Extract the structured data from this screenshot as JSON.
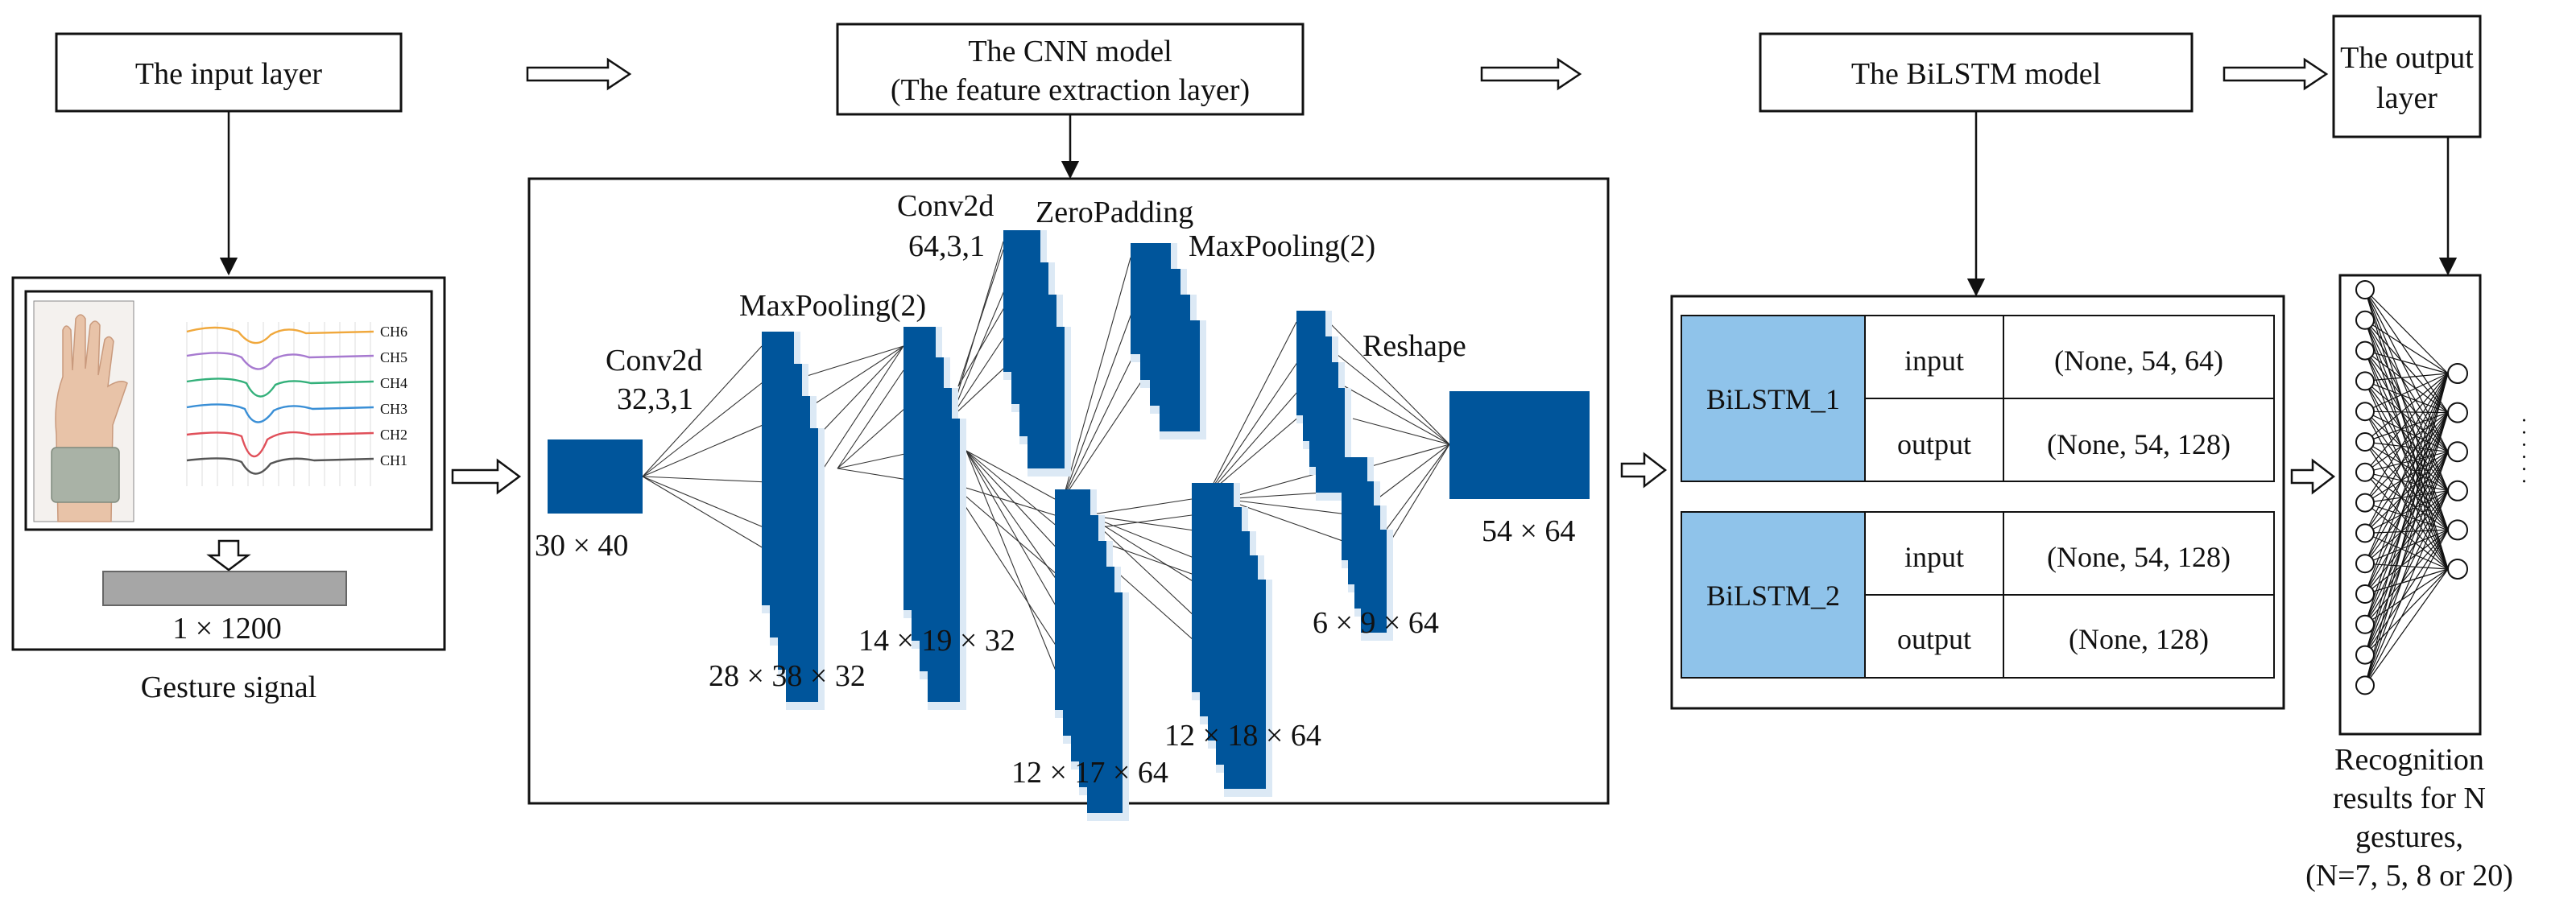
{
  "stages": {
    "input": "The input layer",
    "cnn_line1": "The CNN model",
    "cnn_line2": "(The feature extraction layer)",
    "bilstm": "The BiLSTM model",
    "output_line1": "The output",
    "output_line2": "layer"
  },
  "input_panel": {
    "channels": [
      "CH6",
      "CH5",
      "CH4",
      "CH3",
      "CH2",
      "CH1"
    ],
    "vector_label": "1 × 1200",
    "caption": "Gesture signal"
  },
  "cnn": {
    "input_shape": "30 × 40",
    "conv1": "Conv2d",
    "conv1_params": "32,3,1",
    "pool1": "MaxPooling(2)",
    "shape1": "28 × 38 × 32",
    "conv2": "Conv2d",
    "conv2_params": "64,3,1",
    "shape2": "14 × 19 × 32",
    "zeropad": "ZeroPadding",
    "pool2": "MaxPooling(2)",
    "shape3": "12 × 17 × 64",
    "shape4": "12 × 18 × 64",
    "reshape": "Reshape",
    "shape5": "6 × 9 × 64",
    "output_shape": "54 × 64"
  },
  "bilstm": {
    "layers": [
      {
        "name": "BiLSTM_1",
        "rows": [
          {
            "io": "input",
            "shape": "(None, 54, 64)"
          },
          {
            "io": "output",
            "shape": "(None, 54, 128)"
          }
        ]
      },
      {
        "name": "BiLSTM_2",
        "rows": [
          {
            "io": "input",
            "shape": "(None, 54, 128)"
          },
          {
            "io": "output",
            "shape": "(None, 128)"
          }
        ]
      }
    ]
  },
  "output": {
    "ellipsis": "· · · · · ·",
    "caption": [
      "Recognition",
      "results for N",
      "gestures,",
      "(N=7, 5, 8 or 20)"
    ]
  },
  "colors": {
    "feature_map": "#00559b",
    "feature_map_light": "#dce9f5",
    "bilstm_cell": "#8fc3ea",
    "line": "#111111"
  }
}
